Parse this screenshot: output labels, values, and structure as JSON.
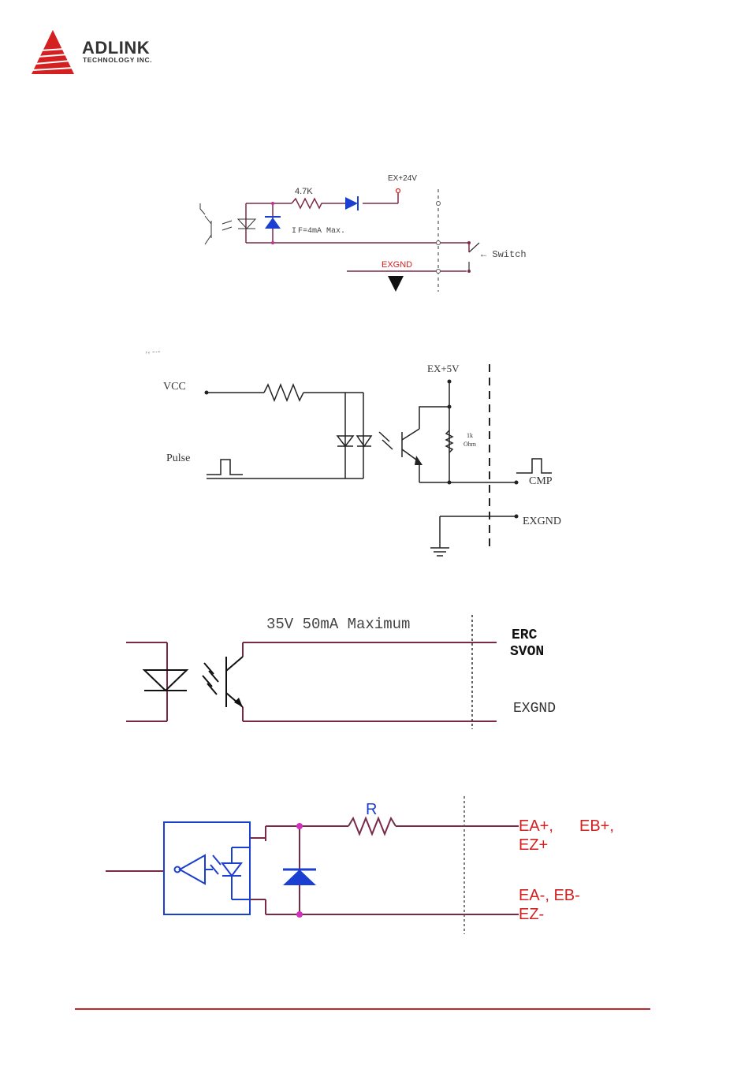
{
  "header": {
    "company": "ADLINK",
    "company_sub": "TECHNOLOGY INC."
  },
  "colors": {
    "brand_red": "#d42020",
    "wire_maroon": "#7a2a48",
    "diode_blue": "#1a3fd1",
    "footer_rule": "#c0262e"
  },
  "figures": [
    {
      "labels": {
        "resistor": "4.7K",
        "supply": "EX+24V",
        "current": "I F=4mA Max.",
        "switch": "← Switch",
        "ground": "EXGND"
      }
    },
    {
      "labels": {
        "partial_top": "’‘ ˘˙ˆ",
        "vcc": "VCC",
        "pulse": "Pulse",
        "supply": "EX+5V",
        "resistor_1": "1k",
        "resistor_2": "Ohm",
        "output": "CMP",
        "ground": "EXGND"
      }
    },
    {
      "labels": {
        "rating": "35V 50mA Maximum",
        "out_1": "ERC",
        "out_2": "SVON",
        "ground": "EXGND"
      }
    },
    {
      "labels": {
        "resistor": "R",
        "pos_1": "EA+,",
        "pos_2": "EB+,",
        "pos_3": "EZ+",
        "neg_1": "EA-, EB-",
        "neg_2": "EZ-"
      }
    }
  ]
}
